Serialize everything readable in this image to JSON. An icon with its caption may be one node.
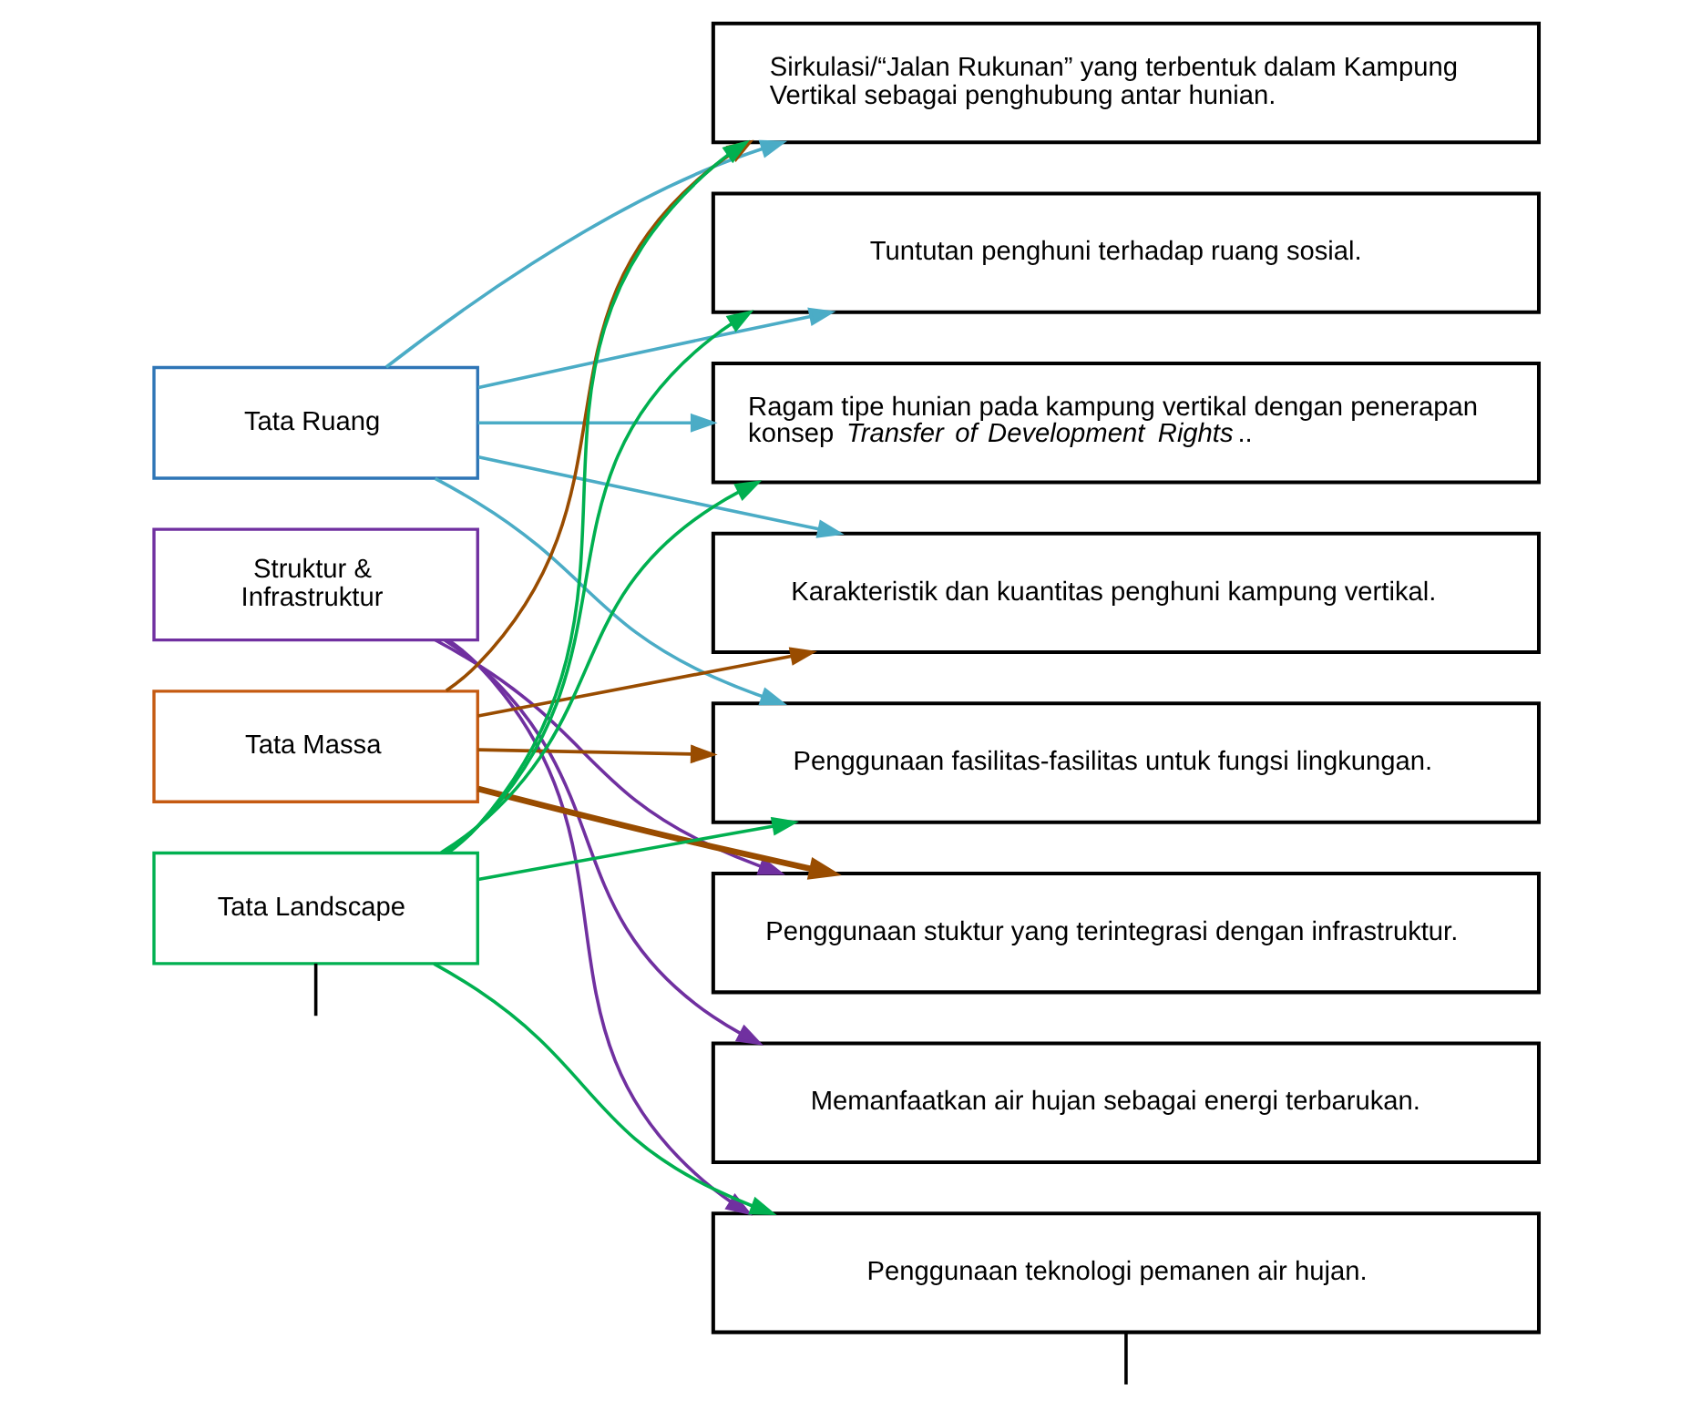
{
  "diagram": {
    "nodes": [
      {
        "text": [
          "Tata Ruang"
        ]
      },
      {
        "text": [
          "Struktur & Infrastruktur"
        ]
      },
      {
        "text": [
          "Tata Massa"
        ]
      },
      {
        "text": [
          "Tata Landscape"
        ]
      },
      {
        "text": [
          "Sirkulasi/“Jalan Rukunan” yang terbentuk dalam Kampung Vertikal sebagai penghubung antar hunian."
        ]
      },
      {
        "text": [
          "Tuntutan penghuni terhadap ruang sosial."
        ]
      },
      {
        "text": [
          "Ragam tipe hunian pada kampung vertikal dengan penerapan konsep *Transfer of Development Rights*.."
        ]
      },
      {
        "text": [
          "Karakteristik dan kuantitas penghuni kampung vertikal."
        ]
      },
      {
        "text": [
          "Penggunaan fasilitas-fasilitas untuk fungsi lingkungan."
        ]
      },
      {
        "text": [
          "Penggunaan stuktur yang terintegrasi dengan infrastruktur."
        ]
      },
      {
        "text": [
          "Memanfaatkan air hujan sebagai energi terbarukan."
        ]
      },
      {
        "text": [
          "Penggunaan teknologi pemanen air hujan."
        ]
      }
    ],
    "edges": [
      {
        "from": 0,
        "to": 4,
        "arrow": "to",
        "color": "#4bacc6"
      },
      {
        "from": 0,
        "to": 5,
        "arrow": "to",
        "color": "#4bacc6"
      },
      {
        "from": 0,
        "to": 6,
        "arrow": "to",
        "color": "#4bacc6"
      },
      {
        "from": 0,
        "to": 7,
        "arrow": "to",
        "color": "#4bacc6"
      },
      {
        "from": 0,
        "to": 8,
        "arrow": "to",
        "color": "#4bacc6"
      },
      {
        "from": 1,
        "to": 9,
        "arrow": "to",
        "color": "#7030a0"
      },
      {
        "from": 1,
        "to": 10,
        "arrow": "to",
        "color": "#7030a0"
      },
      {
        "from": 1,
        "to": 11,
        "arrow": "to",
        "color": "#7030a0"
      },
      {
        "from": 2,
        "to": 4,
        "arrow": "to",
        "color": "#994c00"
      },
      {
        "from": 2,
        "to": 7,
        "arrow": "to",
        "color": "#994c00"
      },
      {
        "from": 2,
        "to": 8,
        "arrow": "to",
        "color": "#994c00"
      },
      {
        "from": 2,
        "to": 9,
        "arrow": "to",
        "color": "#994c00",
        "style": "thick"
      },
      {
        "from": 3,
        "to": 4,
        "arrow": "to",
        "color": "#00b050"
      },
      {
        "from": 3,
        "to": 5,
        "arrow": "to",
        "color": "#00b050"
      },
      {
        "from": 3,
        "to": 6,
        "arrow": "to",
        "color": "#00b050"
      },
      {
        "from": 3,
        "to": 8,
        "arrow": "to",
        "color": "#00b050"
      },
      {
        "from": 3,
        "to": 11,
        "arrow": "to",
        "color": "#00b050"
      },
      {
        "from": 3,
        "to": null,
        "arrow": "none",
        "color": "#000000"
      },
      {
        "from": 11,
        "to": null,
        "arrow": "none",
        "color": "#000000"
      }
    ]
  }
}
